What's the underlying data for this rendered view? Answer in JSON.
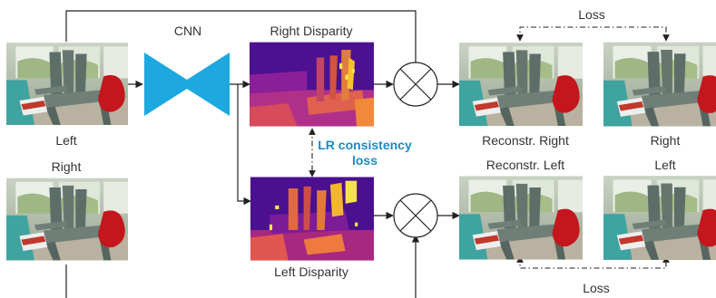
{
  "inputs": {
    "left_label": "Left",
    "right_label": "Right"
  },
  "network": {
    "label": "CNN"
  },
  "disparity": {
    "right_label": "Right Disparity",
    "left_label": "Left Disparity"
  },
  "consistency": {
    "line1": "LR consistency",
    "line2": "loss"
  },
  "reconstruction": {
    "right_label": "Reconstr. Right",
    "left_label": "Reconstr. Left"
  },
  "targets": {
    "right_label": "Right",
    "left_label": "Left"
  },
  "losses": {
    "top_label": "Loss",
    "bottom_label": "Loss"
  },
  "icons": {
    "warp": "circled-x-icon",
    "network": "bowtie-encoder-decoder-icon",
    "photo": "chair-scene-photo"
  },
  "colors": {
    "cnn": "#1ea8e0",
    "accent": "#1a8bc4",
    "line": "#222222"
  }
}
